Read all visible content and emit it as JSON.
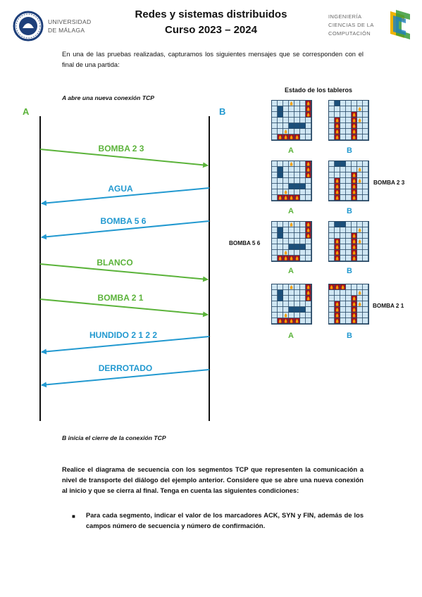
{
  "header": {
    "university_line1": "UNIVERSIDAD",
    "university_line2": "DE MÁLAGA",
    "title_line1": "Redes y sistemas distribuidos",
    "title_line2": "Curso 2023 – 2024",
    "faculty_line1": "INGENIERÍA",
    "faculty_line2": "CIENCIAS DE LA",
    "faculty_line3": "COMPUTACIÓN"
  },
  "intro_text": "En una de las pruebas realizadas, capturamos los siguientes mensajes que se corresponden con el final de una partida:",
  "diagram": {
    "top_caption": "A abre una nueva conexión TCP",
    "bottom_caption": "B inicia el cierre de la conexión TCP",
    "label_a": "A",
    "label_b": "B",
    "messages": [
      {
        "text": "BOMBA 2 3",
        "direction": "A-to-B"
      },
      {
        "text": "AGUA",
        "direction": "B-to-A"
      },
      {
        "text": "BOMBA 5 6",
        "direction": "B-to-A"
      },
      {
        "text": "BLANCO",
        "direction": "A-to-B"
      },
      {
        "text": "BOMBA 2 1",
        "direction": "A-to-B"
      },
      {
        "text": "HUNDIDO 2 1 2 2",
        "direction": "B-to-A"
      },
      {
        "text": "DERROTADO",
        "direction": "B-to-A"
      }
    ],
    "colors": {
      "a_to_b": "#5bb33a",
      "b_to_a": "#2299d0"
    }
  },
  "boards": {
    "heading": "Estado de los tableros",
    "rows": [
      {
        "label_a": "A",
        "label_b": "B",
        "side_label": ""
      },
      {
        "label_a": "A",
        "label_b": "B",
        "side_label": "BOMBA 2 3"
      },
      {
        "label_a": "A",
        "label_b": "B",
        "side_label": "BOMBA 5 6"
      },
      {
        "label_a": "A",
        "label_b": "B",
        "side_label": "BOMBA 2 1"
      }
    ]
  },
  "task_text": "Realice el diagrama de secuencia con los segmentos TCP que representen la comunicación a nivel de transporte del diálogo del ejemplo anterior. Considere que se abre una nueva conexión al inicio y que se cierra al final. Tenga en cuenta las siguientes condiciones:",
  "bullet_text": "Para cada segmento, indicar el valor de los marcadores ACK, SYN y FIN, además de los campos número de secuencia y número de confirmación."
}
